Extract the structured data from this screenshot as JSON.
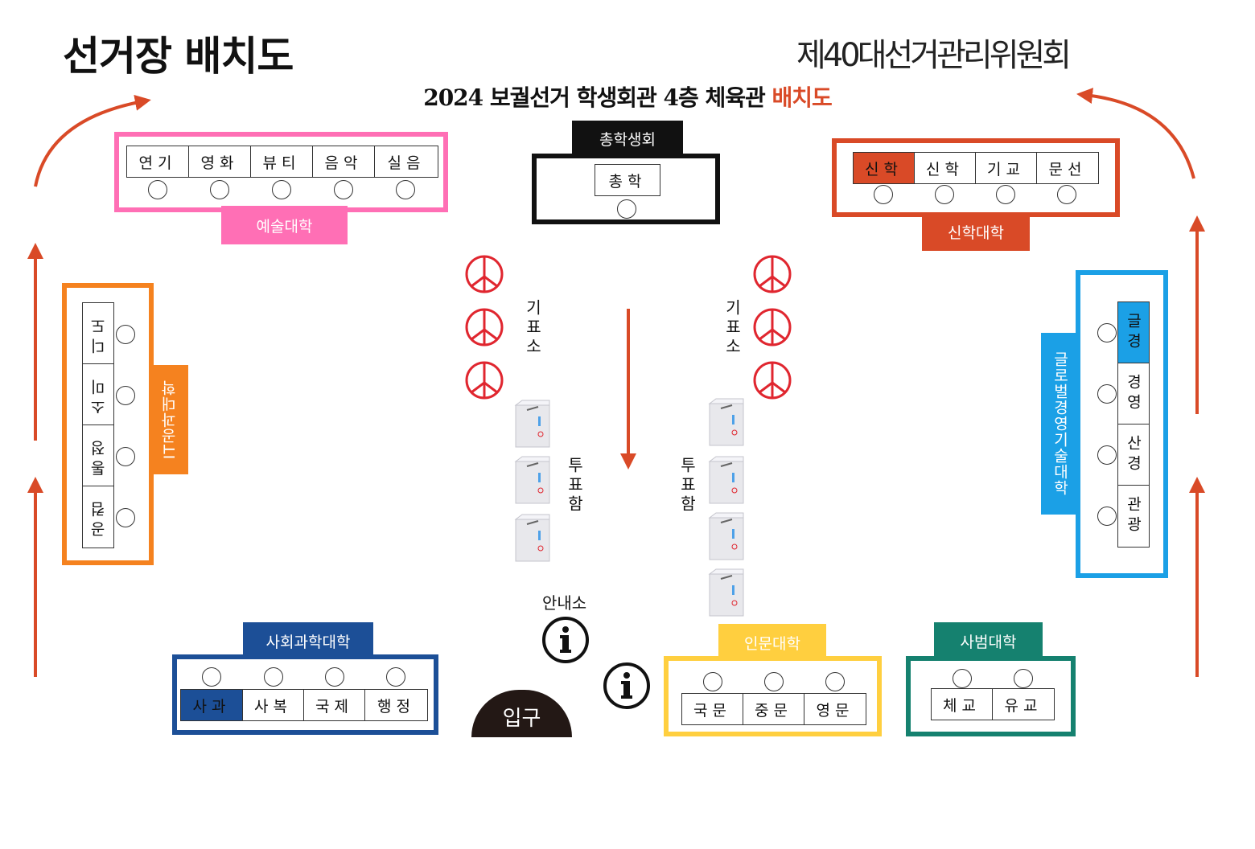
{
  "header": {
    "title": "선거장 배치도",
    "committee": "제40대선거관리위원회",
    "subtitle_main": "2024 보궐선거 학생회관 4층 체육관 ",
    "subtitle_accent": "배치도"
  },
  "colors": {
    "arts": "#ff6fb5",
    "theology": "#d94a27",
    "it": "#f5821f",
    "global": "#1ba0e6",
    "social": "#1c4f97",
    "humanities": "#ffcf3f",
    "education": "#15816f",
    "student_council": "#111111",
    "arrow": "#d94a27"
  },
  "arts": {
    "label": "예술대학",
    "cells": [
      "연기",
      "영화",
      "뷰티",
      "음악",
      "실음"
    ]
  },
  "student_council": {
    "label": "총학생회",
    "cells": [
      "총학"
    ]
  },
  "theology": {
    "label": "신학대학",
    "cells": [
      "신학",
      "신학",
      "기교",
      "문선"
    ]
  },
  "it": {
    "label": "IT공과대학",
    "cells": [
      "디도",
      "소미",
      "통정",
      "공컴"
    ]
  },
  "global": {
    "label": "글로벌경영기술대학",
    "cells": [
      "글경",
      "경영",
      "산경",
      "관광"
    ]
  },
  "social": {
    "label": "사회과학대학",
    "cells": [
      "사과",
      "사복",
      "국제",
      "행정"
    ]
  },
  "humanities": {
    "label": "인문대학",
    "cells": [
      "국문",
      "중문",
      "영문"
    ]
  },
  "education": {
    "label": "사범대학",
    "cells": [
      "체교",
      "유교"
    ]
  },
  "areas": {
    "booth_left": "기표소",
    "booth_right": "기표소",
    "ballot_box_left": "투표함",
    "ballot_box_right": "투표함",
    "info": "안내소",
    "entrance": "입구"
  }
}
